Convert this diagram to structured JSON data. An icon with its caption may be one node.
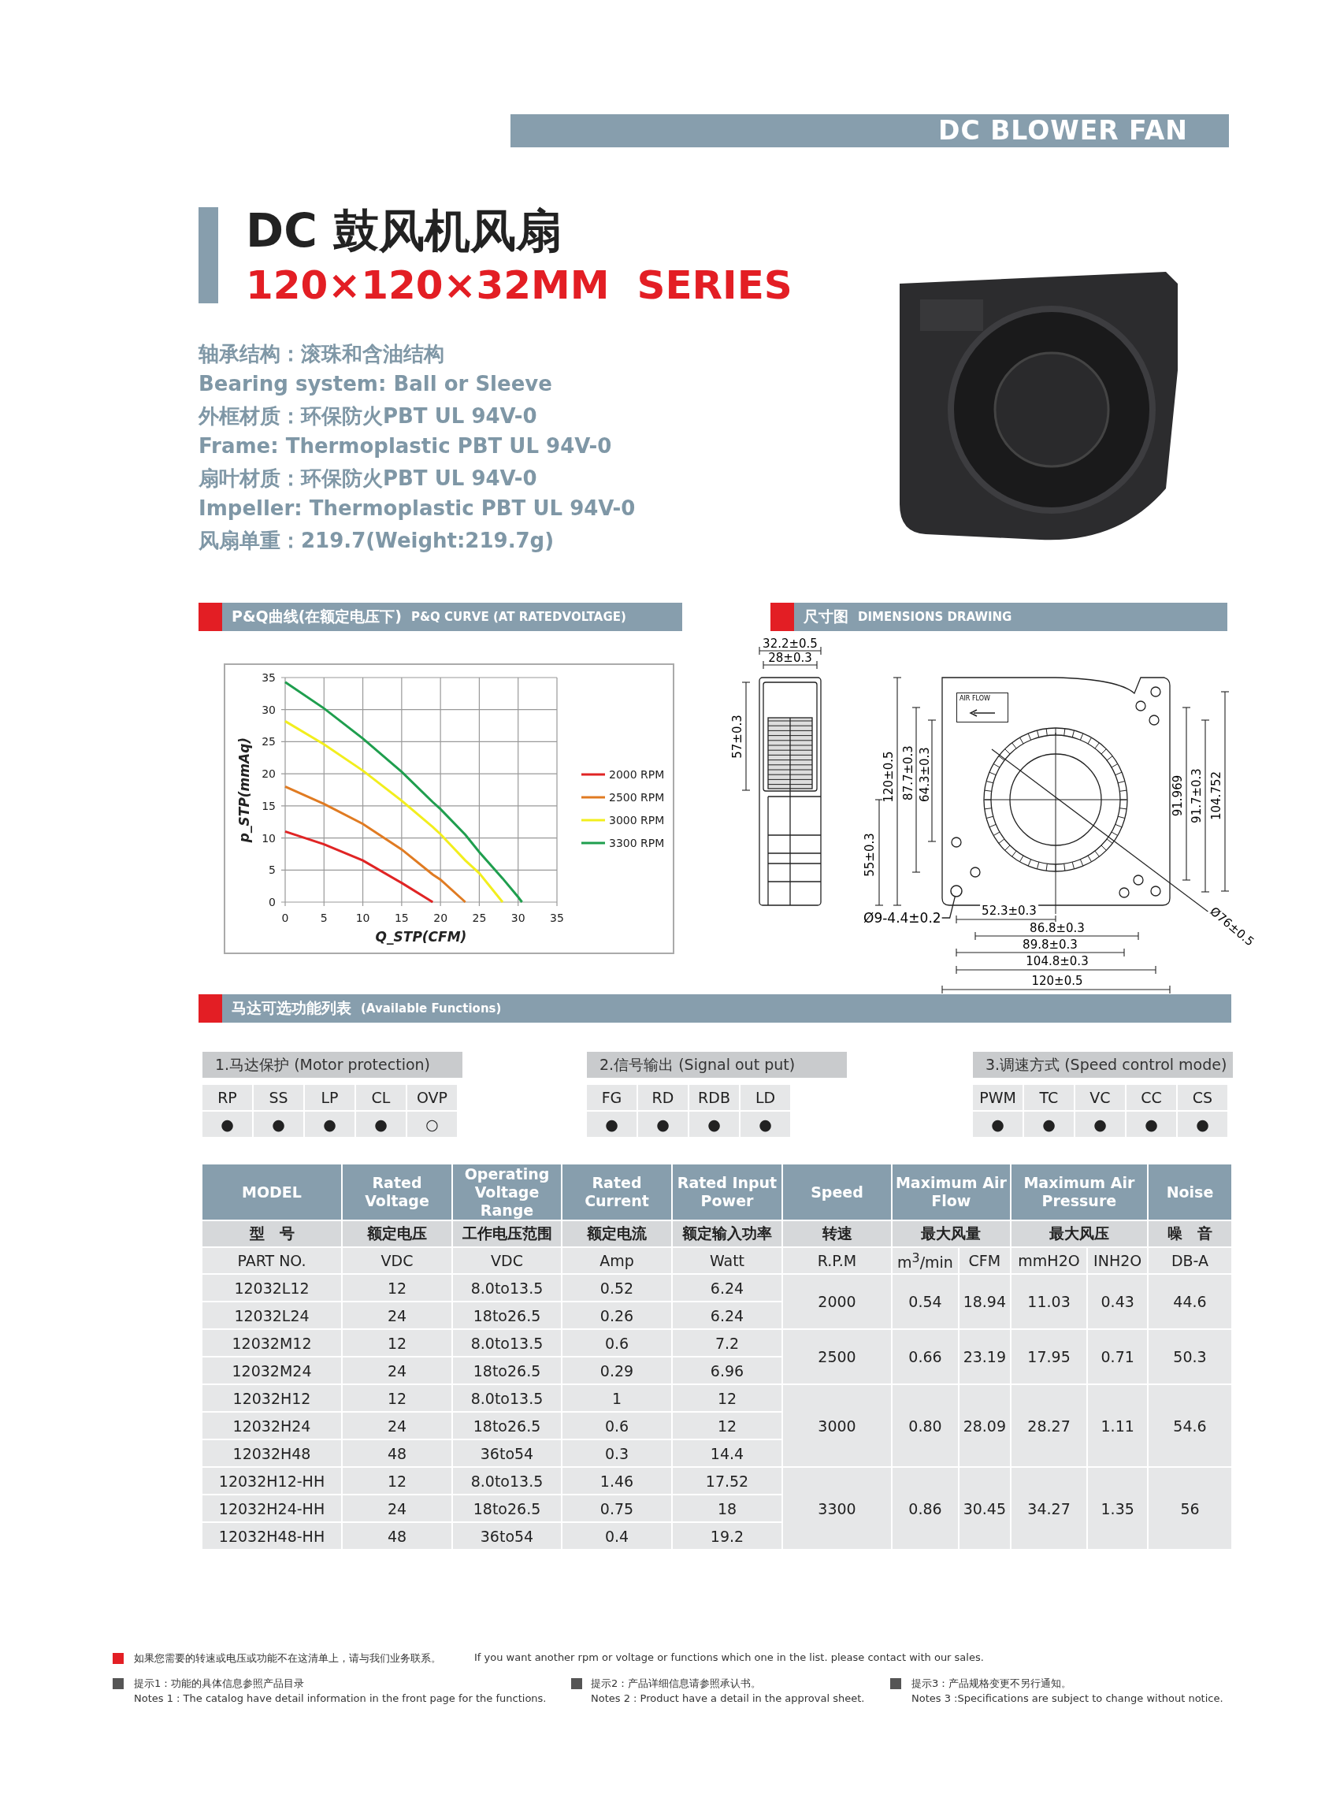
{
  "diagram": {
    "title": "DC 鼓风机风扇",
    "nodes": [
      {
        "text": [
          "DC BLOWER FAN"
        ]
      },
      {
        "text": [
          "P&Q曲线(在额定电压下)",
          "P&Q CURVE (AT RATEDVOLTAGE)"
        ]
      },
      {
        "text": [
          "尺寸图",
          "DIMENSIONS DRAWING"
        ]
      },
      {
        "text": [
          "AIR FLOW"
        ]
      },
      {
        "text": [
          "Ø9-4.4±0.2"
        ]
      },
      {
        "text": [],
        "shape": "circle"
      },
      {
        "text": [
          "马达可选功能列表",
          "(Available Functions)"
        ]
      },
      {
        "text": [
          "1.马达保护 (Motor protection)"
        ]
      },
      {
        "text": [
          "2.信号输出 (Signal out put)"
        ]
      },
      {
        "text": [
          "3.调速方式 (Speed control mode)"
        ]
      }
    ],
    "edges": [
      {
        "from": 4,
        "to": 5,
        "arrow": "none"
      }
    ],
    "labels": [
      "120×120×32MM  SERIES",
      "轴承结构：滚珠和含油结构",
      "Bearing system: Ball or Sleeve",
      "外框材质：环保防火PBT UL 94V-0",
      "Frame: Thermoplastic PBT UL 94V-0",
      "扇叶材质：环保防火PBT UL 94V-0",
      "Impeller: Thermoplastic PBT UL 94V-0",
      "风扇单重：219.7(Weight:219.7g)",
      "32.2±0.5",
      "28±0.3",
      "57±0.3",
      "120±0.5",
      "87.7±0.3",
      "64.3±0.3",
      "55±0.3",
      "91.969",
      "91.7±0.3",
      "104.752",
      "52.3±0.3",
      "86.8±0.3",
      "89.8±0.3",
      "104.8±0.3",
      "120±0.5",
      "Ø76±0.5",
      "RP",
      "SS",
      "LP",
      "CL",
      "OVP",
      "●",
      "●",
      "●",
      "●",
      "○",
      "FG",
      "RD",
      "RDB",
      "LD",
      "●",
      "●",
      "●",
      "●",
      "PWM",
      "TC",
      "VC",
      "CC",
      "CS",
      "●",
      "●",
      "●",
      "●",
      "●",
      "MODEL",
      "Rated Voltage",
      "Operating Voltage Range",
      "Rated Current",
      "Rated Input Power",
      "Speed",
      "Maximum Air Flow",
      "Maximum Air Pressure",
      "Noise",
      "型　号",
      "额定电压",
      "工作电压范围",
      "额定电流",
      "额定输入功率",
      "转速",
      "最大风量",
      "最大风压",
      "噪　音",
      "PART NO.",
      "VDC",
      "VDC",
      "Amp",
      "Watt",
      "R.P.M",
      "m$^{3}$/min",
      "CFM",
      "mmH2O",
      "INH2O",
      "DB-A",
      "12032L12",
      "12",
      "8.0to13.5",
      "0.52",
      "6.24",
      "2000",
      "0.54",
      "18.94",
      "11.03",
      "0.43",
      "44.6",
      "12032L24",
      "24",
      "18to26.5",
      "0.26",
      "6.24",
      "12032M12",
      "12",
      "8.0to13.5",
      "0.6",
      "7.2",
      "2500",
      "0.66",
      "23.19",
      "17.95",
      "0.71",
      "50.3",
      "12032M24",
      "24",
      "18to26.5",
      "0.29",
      "6.96",
      "12032H12",
      "12",
      "8.0to13.5",
      "1",
      "12",
      "12032H24",
      "24",
      "18to26.5",
      "0.6",
      "12",
      "3000",
      "0.80",
      "28.09",
      "28.27",
      "1.11",
      "54.6",
      "12032H48",
      "48",
      "36to54",
      "0.3",
      "14.4",
      "12032H12-HH",
      "12",
      "8.0to13.5",
      "1.46",
      "17.52",
      "12032H24-HH",
      "24",
      "18to26.5",
      "0.75",
      "18",
      "3300",
      "0.86",
      "30.45",
      "34.27",
      "1.35",
      "56",
      "12032H48-HH",
      "48",
      "36to54",
      "0.4",
      "19.2",
      "如果您需要的转速或电压或功能不在这清单上，请与我们业务联系。",
      "If you want another rpm or voltage or functions which one in the list. please contact with our sales.",
      "提示1：功能的具体信息参照产品目录",
      "Notes 1 : The catalog have detail information in the front page for the functions.",
      "提示2：产品详细信息请参照承认书。",
      "Notes 2 : Product have a detail in the approval sheet.",
      "提示3：产品规格变更不另行通知。",
      "Notes 3 :Specifications are subject to change without notice."
    ],
    "chart_data": {
      "type": "line",
      "xlabel": "Q_STP(CFM)",
      "ylabel": "p_STP(mmAq)",
      "x": [
        0,
        5,
        10,
        15,
        19,
        20,
        23.2,
        25,
        28,
        30,
        30.5
      ],
      "series": [
        {
          "name": "2000 RPM",
          "color": "#e02424",
          "values": [
            11,
            9,
            6.5,
            3,
            0,
            null,
            null,
            null,
            null,
            null,
            null
          ]
        },
        {
          "name": "2500 RPM",
          "color": "#e07b22",
          "values": [
            18,
            15.3,
            12.2,
            8.2,
            4.3,
            3.5,
            0,
            null,
            null,
            null,
            null
          ]
        },
        {
          "name": "3000 RPM",
          "color": "#f2ee1e",
          "values": [
            28.2,
            24.6,
            20.5,
            15.8,
            11.7,
            10.6,
            6.5,
            4.5,
            0,
            null,
            null
          ]
        },
        {
          "name": "3300 RPM",
          "color": "#1f9e4e",
          "values": [
            34.3,
            30.2,
            25.5,
            20.3,
            15.6,
            14.5,
            10.5,
            7.8,
            3.7,
            0.8,
            0
          ]
        }
      ],
      "grid": true,
      "legend": "right",
      "xlim": [
        0,
        35
      ],
      "ylim": [
        0,
        35
      ],
      "xticks": [
        0,
        5,
        10,
        15,
        20,
        25,
        30,
        35
      ],
      "yticks": [
        0,
        5,
        10,
        15,
        20,
        25,
        30,
        35
      ]
    }
  }
}
